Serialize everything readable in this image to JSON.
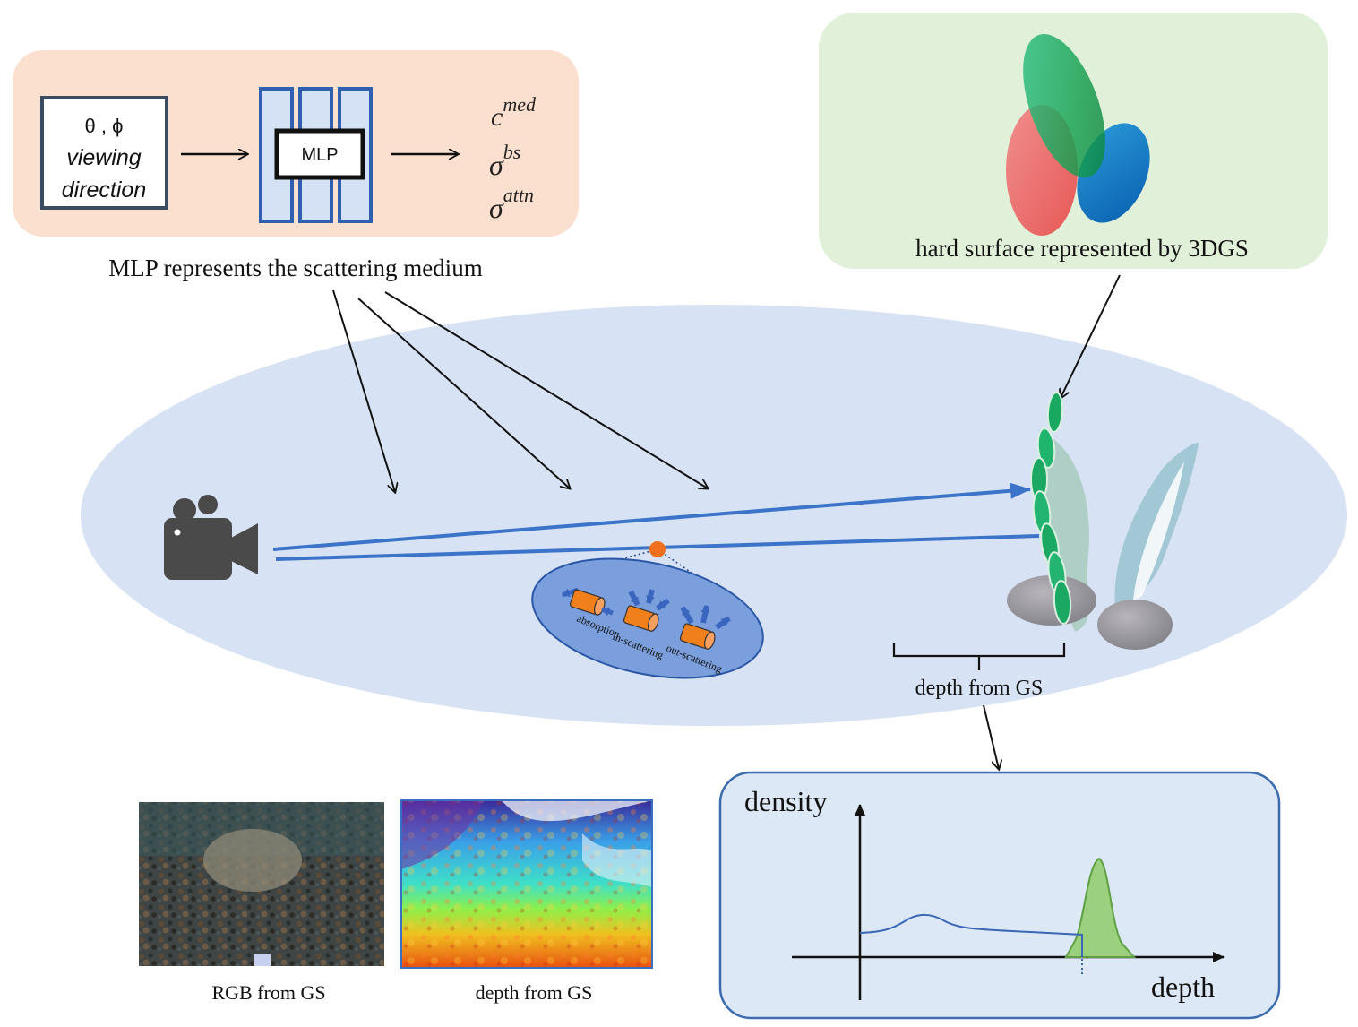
{
  "mlp_panel": {
    "input_line1": "θ , ϕ",
    "input_line2": "viewing",
    "input_line3": "direction",
    "block_label": "MLP",
    "out1_base": "c",
    "out1_sup": "med",
    "out2_base": "σ",
    "out2_sup": "bs",
    "out3_base": "σ",
    "out3_sup": "attn",
    "caption": "MLP represents the scattering medium"
  },
  "gs_panel": {
    "caption": "hard surface represented by 3DGS"
  },
  "scene": {
    "process_absorption": "absorption",
    "process_in_scattering": "in-scattering",
    "process_out_scattering": "out-scattering",
    "depth_label": "depth from GS"
  },
  "thumbnails": {
    "rgb_caption": "RGB from GS",
    "depth_caption": "depth from GS"
  },
  "density_plot": {
    "ylabel": "density",
    "xlabel": "depth"
  },
  "colors": {
    "mlp_panel_bg": "#fbe0cf",
    "gs_panel_bg": "#e1f0d9",
    "scene_ellipse": "#d7e2f4",
    "ray_blue": "#3b74c9",
    "plot_box_bg": "#dce8f6",
    "plot_box_border": "#3d6bb0",
    "gaussian_green": "#7cc26a",
    "medium_point": "#f07020"
  }
}
